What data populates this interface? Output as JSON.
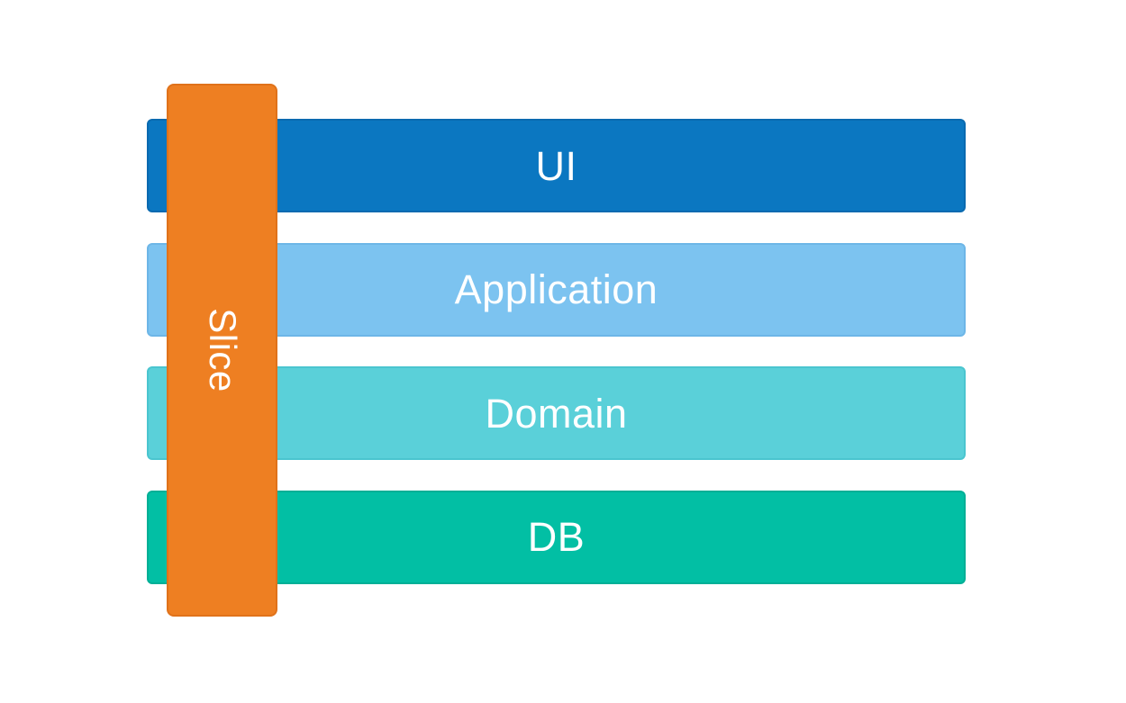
{
  "diagram": {
    "background_color": "#ffffff",
    "text_color": "#ffffff",
    "layers": [
      {
        "label": "UI",
        "color": "#0b77c1",
        "border_color": "#0a6ab0"
      },
      {
        "label": "Application",
        "color": "#7cc3f0",
        "border_color": "#6db6e7"
      },
      {
        "label": "Domain",
        "color": "#5ad0d9",
        "border_color": "#4ac5cf"
      },
      {
        "label": "DB",
        "color": "#02bfa4",
        "border_color": "#00af96"
      }
    ],
    "slice": {
      "label": "Slice",
      "color": "#ee7f22",
      "border_color": "#e0721a"
    }
  }
}
